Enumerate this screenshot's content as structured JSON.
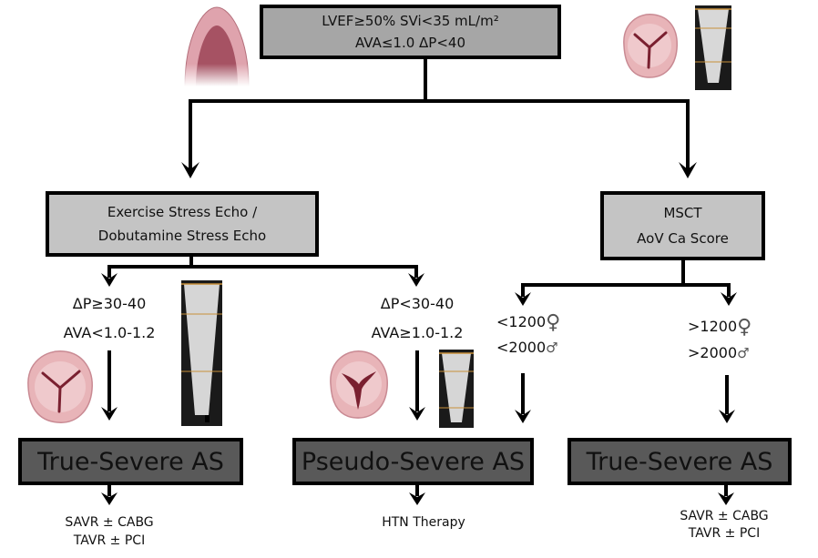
{
  "top_box": {
    "line1": "LVEF≥50%   SVi<35 mL/m²",
    "line2": "AVA≤1.0   ΔP<40"
  },
  "left_branch": {
    "box_line1": "Exercise Stress Echo /",
    "box_line2": "Dobutamine Stress Echo",
    "sub_left": {
      "line1": "ΔP≥30-40",
      "line2": "AVA<1.0-1.2",
      "result": "True-Severe AS",
      "treatment_line1": "SAVR ± CABG",
      "treatment_line2": "TAVR ± PCI"
    },
    "sub_right": {
      "line1": "ΔP<30-40",
      "line2": "AVA≥1.0-1.2",
      "result": "Pseudo-Severe AS",
      "treatment_line1": "HTN Therapy"
    }
  },
  "right_branch": {
    "box_line1": "MSCT",
    "box_line2": "AoV Ca Score",
    "sub_left": {
      "line1": "<1200",
      "line1_symbol": "♀",
      "line2": "<2000",
      "line2_symbol": "♂"
    },
    "sub_right": {
      "line1": ">1200",
      "line1_symbol": "♀",
      "line2": ">2000",
      "line2_symbol": "♂",
      "result": "True-Severe AS",
      "treatment_line1": "SAVR ± CABG",
      "treatment_line2": "TAVR ± PCI"
    }
  },
  "colors": {
    "top_box": "#a6a6a6",
    "test_box": "#c4c4c4",
    "result_box": "#595959",
    "valve_pink": "#e8b4b8",
    "valve_dark": "#7a2030",
    "doppler_bg": "#1a1a1a",
    "doppler_marker": "#c8903a"
  }
}
